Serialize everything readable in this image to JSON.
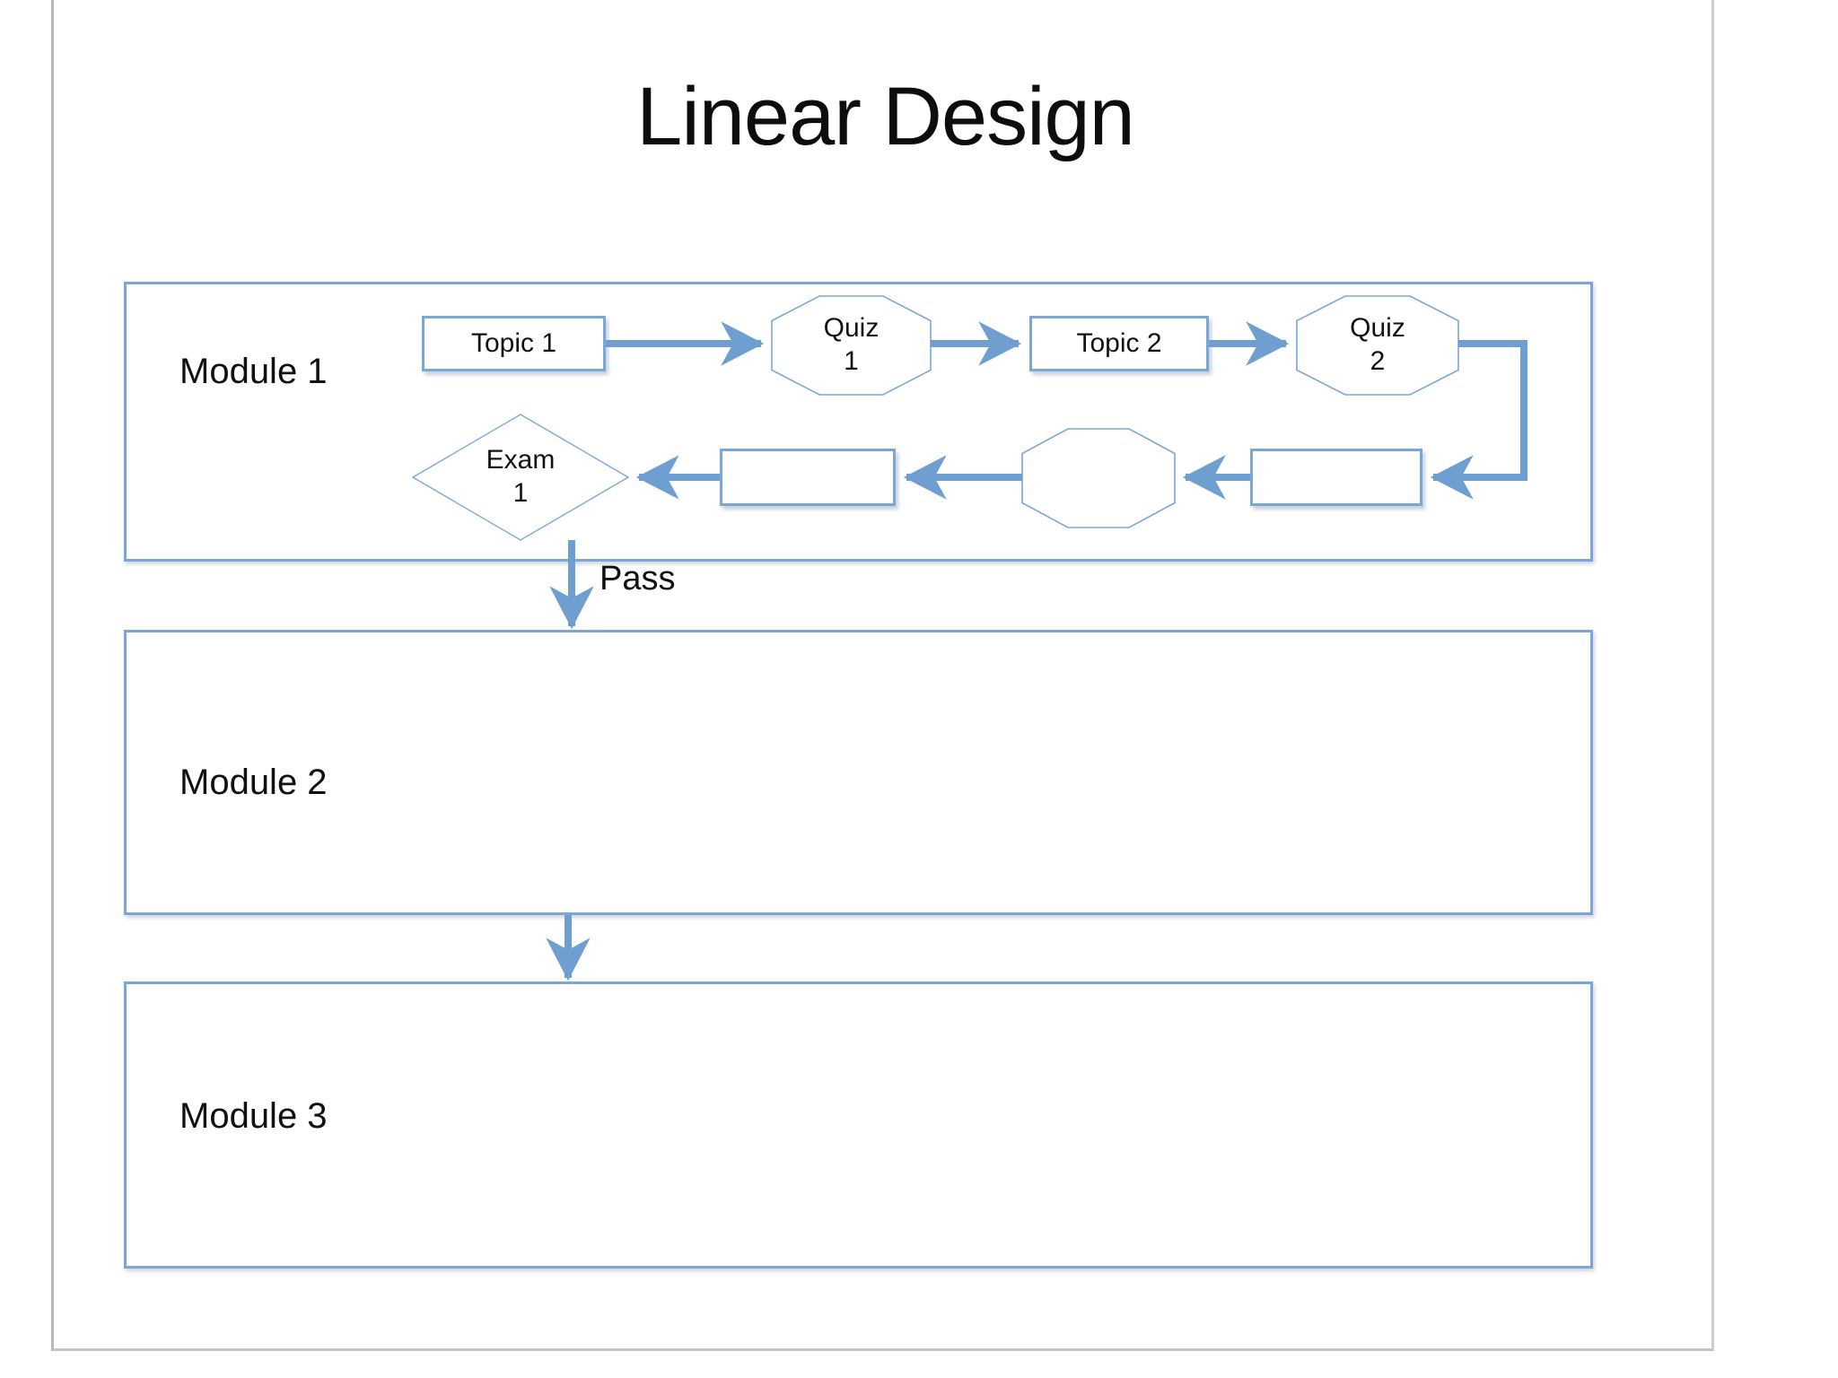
{
  "slide": {
    "title": "Linear Design",
    "accent_color": "#7ba7d7",
    "arrow_color": "#6f9fd0",
    "text_color": "#101010",
    "frame_border_color": "#c4c4c4",
    "background": "#ffffff"
  },
  "modules": [
    {
      "id": "module-1",
      "label": "Module 1"
    },
    {
      "id": "module-2",
      "label": "Module 2"
    },
    {
      "id": "module-3",
      "label": "Module 3"
    }
  ],
  "flow": {
    "nodes": [
      {
        "id": "topic-1",
        "shape": "rectangle",
        "label": "Topic 1",
        "row": 1
      },
      {
        "id": "quiz-1",
        "shape": "octagon",
        "label": "Quiz\n1",
        "line1": "Quiz",
        "line2": "1",
        "row": 1
      },
      {
        "id": "topic-2",
        "shape": "rectangle",
        "label": "Topic 2",
        "row": 1
      },
      {
        "id": "quiz-2",
        "shape": "octagon",
        "label": "Quiz\n2",
        "line1": "Quiz",
        "line2": "2",
        "row": 1
      },
      {
        "id": "blank-rect-2",
        "shape": "rectangle",
        "label": "",
        "row": 2
      },
      {
        "id": "blank-octagon",
        "shape": "octagon",
        "label": "",
        "row": 2
      },
      {
        "id": "blank-rect-1",
        "shape": "rectangle",
        "label": "",
        "row": 2
      },
      {
        "id": "exam-1",
        "shape": "diamond",
        "label": "Exam\n1",
        "line1": "Exam",
        "line2": "1",
        "row": 2
      }
    ],
    "edge_labels": {
      "exam_pass": "Pass"
    }
  }
}
